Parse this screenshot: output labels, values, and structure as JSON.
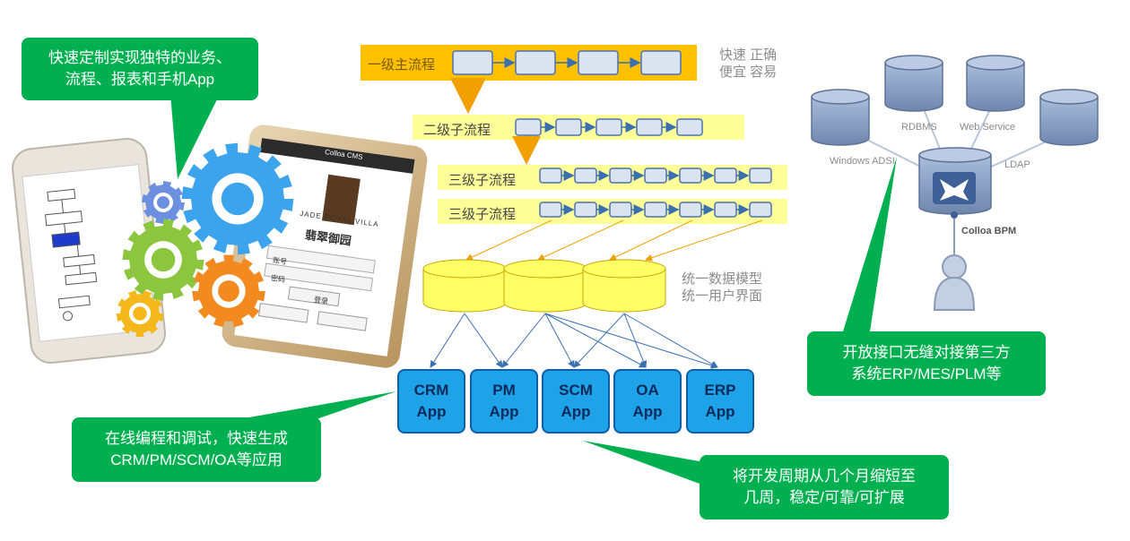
{
  "callouts": {
    "top_left": [
      "快速定制实现独特的业务、",
      "流程、报表和手机App"
    ],
    "bottom_left": [
      "在线编程和调试，快速生成",
      "CRM/PM/SCM/OA等应用"
    ],
    "bottom_center": [
      "将开发周期从几个月缩短至",
      "几周，稳定/可靠/可扩展"
    ],
    "right": [
      "开放接口无缝对接第三方",
      "系统ERP/MES/PLM等"
    ]
  },
  "process": {
    "level1": "一级主流程",
    "level2": "二级子流程",
    "level3a": "三级子流程",
    "level3b": "三级子流程"
  },
  "notes": {
    "speed": [
      "快速 正确",
      "便宜 容易"
    ],
    "unified": [
      "统一数据模型",
      "统一用户界面"
    ]
  },
  "apps": [
    {
      "line1": "CRM",
      "line2": "App"
    },
    {
      "line1": "PM",
      "line2": "App"
    },
    {
      "line1": "SCM",
      "line2": "App"
    },
    {
      "line1": "OA",
      "line2": "App"
    },
    {
      "line1": "ERP",
      "line2": "App"
    }
  ],
  "servers": {
    "rdbms": "RDBMS",
    "web_service": "Web Service",
    "windows_adsi": "Windows ADSI",
    "ldap": "LDAP",
    "core": "Colloa BPM"
  },
  "phone2": {
    "title": "Colloa CMS",
    "brand_en": "JADE ROYAL VILLA",
    "brand_cn": "翡翠御园",
    "account_label": "账号",
    "password_label": "密码",
    "login": "登录"
  },
  "colors": {
    "callout_green": "#00b050",
    "band_orange": "#ffc000",
    "band_yellow": "#ffff99",
    "app_blue": "#1fa3e8",
    "db_yellow": "#ffff66",
    "server_blue": "#8ea4c8"
  }
}
